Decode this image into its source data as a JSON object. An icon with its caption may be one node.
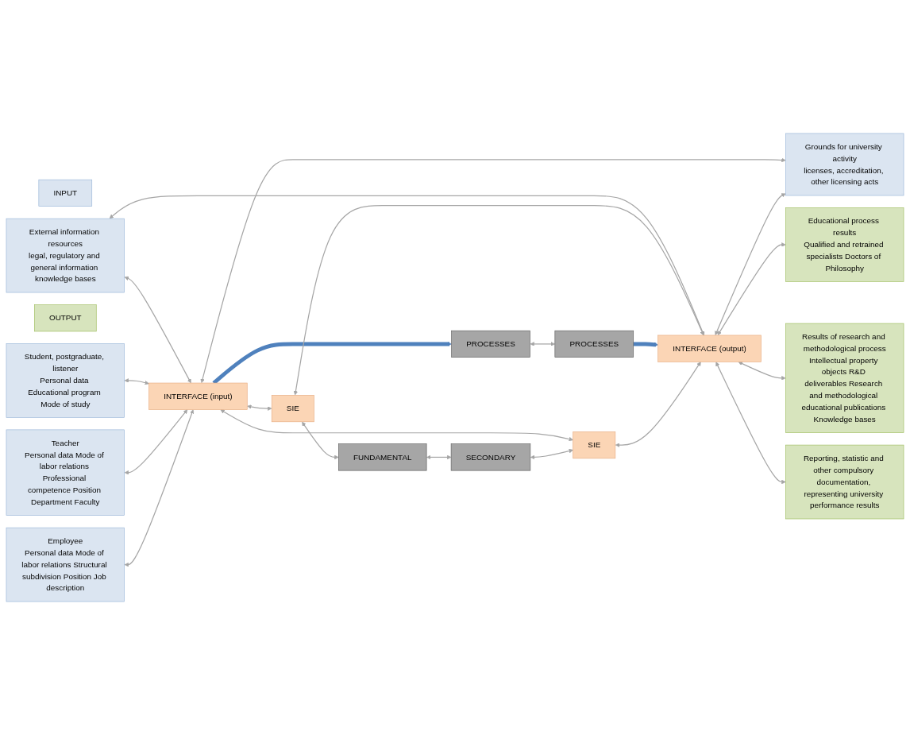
{
  "diagram": {
    "nodes": [
      {
        "text": [
          "INPUT"
        ]
      },
      {
        "text": [
          "External information resources",
          "legal, regulatory and general information knowledge bases"
        ]
      },
      {
        "text": [
          "OUTPUT"
        ]
      },
      {
        "text": [
          "Student, postgraduate, listener",
          "Personal data Educational program Mode of study"
        ]
      },
      {
        "text": [
          "Teacher",
          "Personal data Mode of labor relations Professional competence Position Department Faculty"
        ]
      },
      {
        "text": [
          "Employee",
          "Personal data Mode of labor relations Structural subdivision Position Job description"
        ]
      },
      {
        "text": [
          "INTERFACE (input)"
        ]
      },
      {
        "text": [
          "SIE"
        ]
      },
      {
        "text": [
          "PROCESSES"
        ]
      },
      {
        "text": [
          "FUNDAMENTAL"
        ]
      },
      {
        "text": [
          "SECONDARY"
        ]
      },
      {
        "text": [
          "PROCESSES"
        ]
      },
      {
        "text": [
          "SIE"
        ]
      },
      {
        "text": [
          "INTERFACE (output)"
        ]
      },
      {
        "text": [
          "Educational process results",
          "Qualified and retrained specialists Doctors of Philosophy"
        ]
      },
      {
        "text": [
          "Results of research and methodological process",
          "Intellectual property objects R&D deliverables Research and methodological educational publications Knowledge bases"
        ]
      },
      {
        "text": [
          "Reporting, statistic and other compulsory documentation, representing university performance results"
        ]
      },
      {
        "text": [
          "Grounds for university activity",
          "licenses, accreditation, other licensing acts"
        ]
      }
    ],
    "edges": [
      {
        "from": 1,
        "to": 6,
        "arrow": "both"
      },
      {
        "from": 1,
        "to": 13,
        "arrow": "both"
      },
      {
        "from": 3,
        "to": 6,
        "arrow": "both"
      },
      {
        "from": 4,
        "to": 6,
        "arrow": "both"
      },
      {
        "from": 5,
        "to": 6,
        "arrow": "both"
      },
      {
        "from": 6,
        "to": 7,
        "arrow": "both"
      },
      {
        "from": 6,
        "to": 8,
        "arrow": "to",
        "style": "thick",
        "color": "#4f81bd"
      },
      {
        "from": 6,
        "to": 12,
        "arrow": "both"
      },
      {
        "from": 6,
        "to": 17,
        "arrow": "both"
      },
      {
        "from": 7,
        "to": 9,
        "arrow": "both"
      },
      {
        "from": 7,
        "to": 13,
        "arrow": "both"
      },
      {
        "from": 8,
        "to": 11,
        "arrow": "both"
      },
      {
        "from": 9,
        "to": 10,
        "arrow": "both"
      },
      {
        "from": 10,
        "to": 12,
        "arrow": "both"
      },
      {
        "from": 11,
        "to": 13,
        "arrow": "to",
        "style": "thick",
        "color": "#4f81bd"
      },
      {
        "from": 12,
        "to": 13,
        "arrow": "both"
      },
      {
        "from": 13,
        "to": 17,
        "arrow": "both"
      },
      {
        "from": 13,
        "to": 14,
        "arrow": "both"
      },
      {
        "from": 13,
        "to": 15,
        "arrow": "both"
      },
      {
        "from": 13,
        "to": 16,
        "arrow": "both"
      }
    ]
  }
}
